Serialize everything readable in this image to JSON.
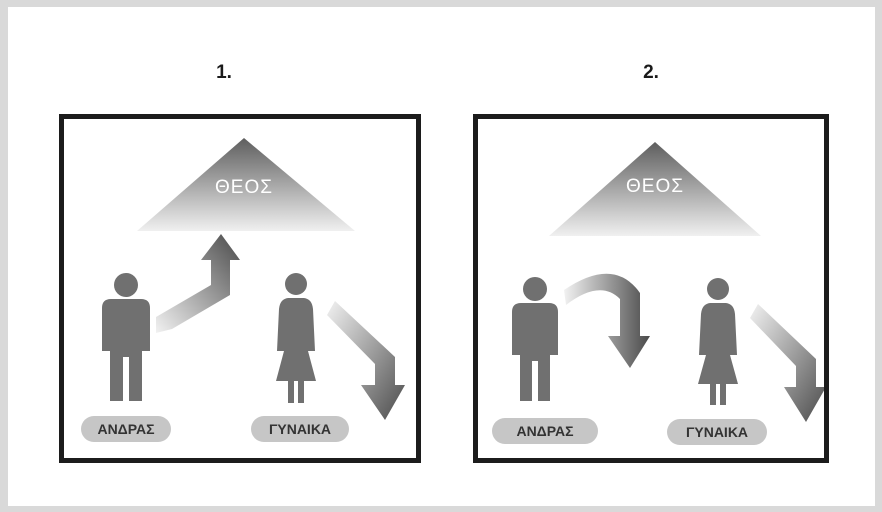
{
  "panels": [
    {
      "number": "1.",
      "god_label": "ΘΕΟΣ",
      "man_label": "ΑΝΔΡΑΣ",
      "woman_label": "ΓΥΝΑΙΚΑ"
    },
    {
      "number": "2.",
      "god_label": "ΘΕΟΣ",
      "man_label": "ΑΝΔΡΑΣ",
      "woman_label": "ΓΥΝΑΙΚΑ"
    }
  ],
  "colors": {
    "figure": "#707070",
    "frame": "#1c1c1c",
    "label_pill": "#c6c6c6"
  },
  "icons": [
    "pyramid-icon",
    "man-icon",
    "woman-icon",
    "arrow-icon"
  ]
}
